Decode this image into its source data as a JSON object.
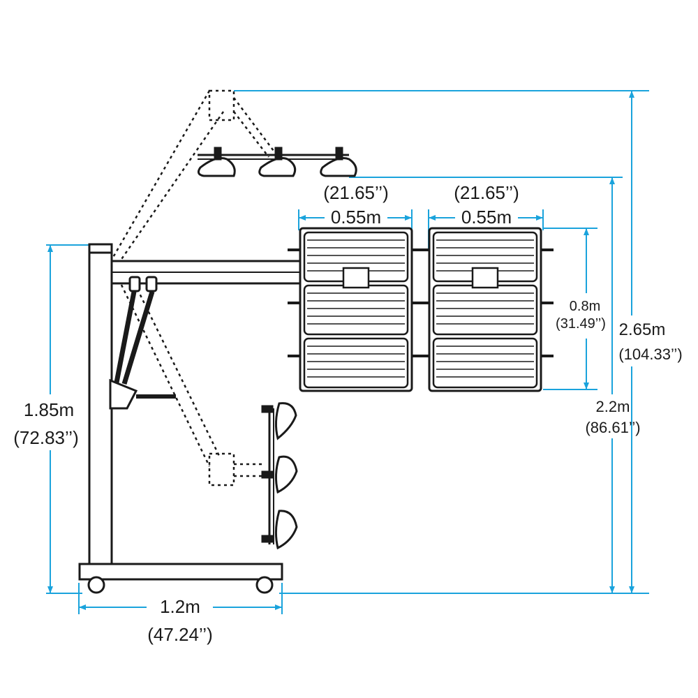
{
  "colors": {
    "dimension": "#1aa3dc",
    "outline": "#1a1a1a",
    "panel_fill": "#ffffff"
  },
  "dimensions": {
    "base_width": {
      "metric": "1.2m",
      "imperial": "(47.24’’)"
    },
    "lower_height": {
      "metric": "1.85m",
      "imperial": "(72.83’’)"
    },
    "light_height": {
      "metric": "2.2m",
      "imperial": "(86.61’’)"
    },
    "max_height": {
      "metric": "2.65m",
      "imperial": "(104.33’’)"
    },
    "panel_height": {
      "metric": "0.8m",
      "imperial": "(31.49’’)"
    },
    "panel_width_left": {
      "metric": "0.55m",
      "imperial": "(21.65’’)"
    },
    "panel_width_right": {
      "metric": "0.55m",
      "imperial": "(21.65’’)"
    }
  }
}
